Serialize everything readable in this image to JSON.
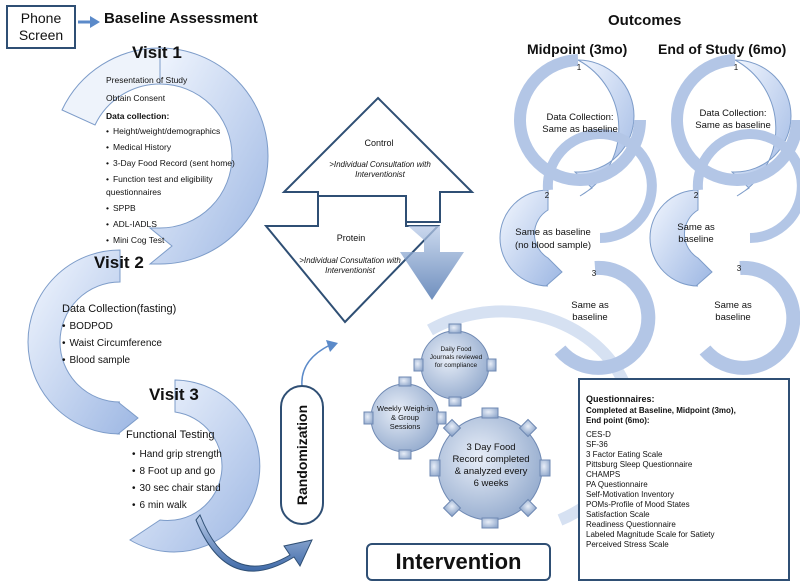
{
  "phone": {
    "line1": "Phone",
    "line2": "Screen"
  },
  "baseline_title": "Baseline Assessment",
  "outcomes_title": "Outcomes",
  "midpoint_title": "Midpoint (3mo)",
  "end_title": "End of Study (6mo)",
  "visit1": {
    "title": "Visit 1",
    "line1": "Presentation of Study",
    "line2": "Obtain Consent",
    "line3": "Data collection:",
    "items": [
      "Height/weight/demographics",
      "Medical History",
      "3-Day Food Record (sent home)",
      "Function test and eligibility questionnaires",
      "SPPB",
      "ADL-IADLS",
      "Mini Cog Test"
    ]
  },
  "visit2": {
    "title": "Visit 2",
    "heading": "Data Collection(fasting)",
    "items": [
      "BODPOD",
      "Waist Circumference",
      "Blood sample"
    ]
  },
  "visit3": {
    "title": "Visit 3",
    "heading": "Functional Testing",
    "items": [
      "Hand grip strength",
      "8 Foot up and go",
      "30 sec chair stand",
      "6 min walk"
    ]
  },
  "control": {
    "title": "Control",
    "text": ">Individual Consultation with Interventionist"
  },
  "protein": {
    "title": "Protein",
    "text": ">Individual Consultation with Interventionist"
  },
  "randomization": "Randomization",
  "intervention": "Intervention",
  "gears": {
    "g1": "Daily Food Journals reviewed for compliance",
    "g2": "Weekly Weigh-in & Group Sessions",
    "g3": "3 Day Food Record completed & analyzed every 6 weeks"
  },
  "mid": {
    "n1": "1",
    "t1": "Data Collection: Same as baseline",
    "n2": "2",
    "t2a": "Same as baseline",
    "t2b": "(no blood sample)",
    "n3": "3",
    "t3": "Same as baseline"
  },
  "end": {
    "n1": "1",
    "t1": "Data Collection: Same as baseline",
    "n2": "2",
    "t2": "Same as baseline",
    "n3": "3",
    "t3": "Same as baseline"
  },
  "questionnaires": {
    "title": "Questionnaires:",
    "subtitle": "Completed at Baseline, Midpoint (3mo), End point (6mo):",
    "items": [
      "CES-D",
      "SF-36",
      "3 Factor Eating Scale",
      "Pittsburg Sleep Questionnaire",
      "CHAMPS",
      "PA Questionnaire",
      "Self-Motivation Inventory",
      "POMs-Profile of Mood States",
      "Satisfaction Scale",
      "Readiness Questionnaire",
      "Labeled Magnitude Scale for Satiety",
      "Perceived Stress Scale"
    ]
  }
}
